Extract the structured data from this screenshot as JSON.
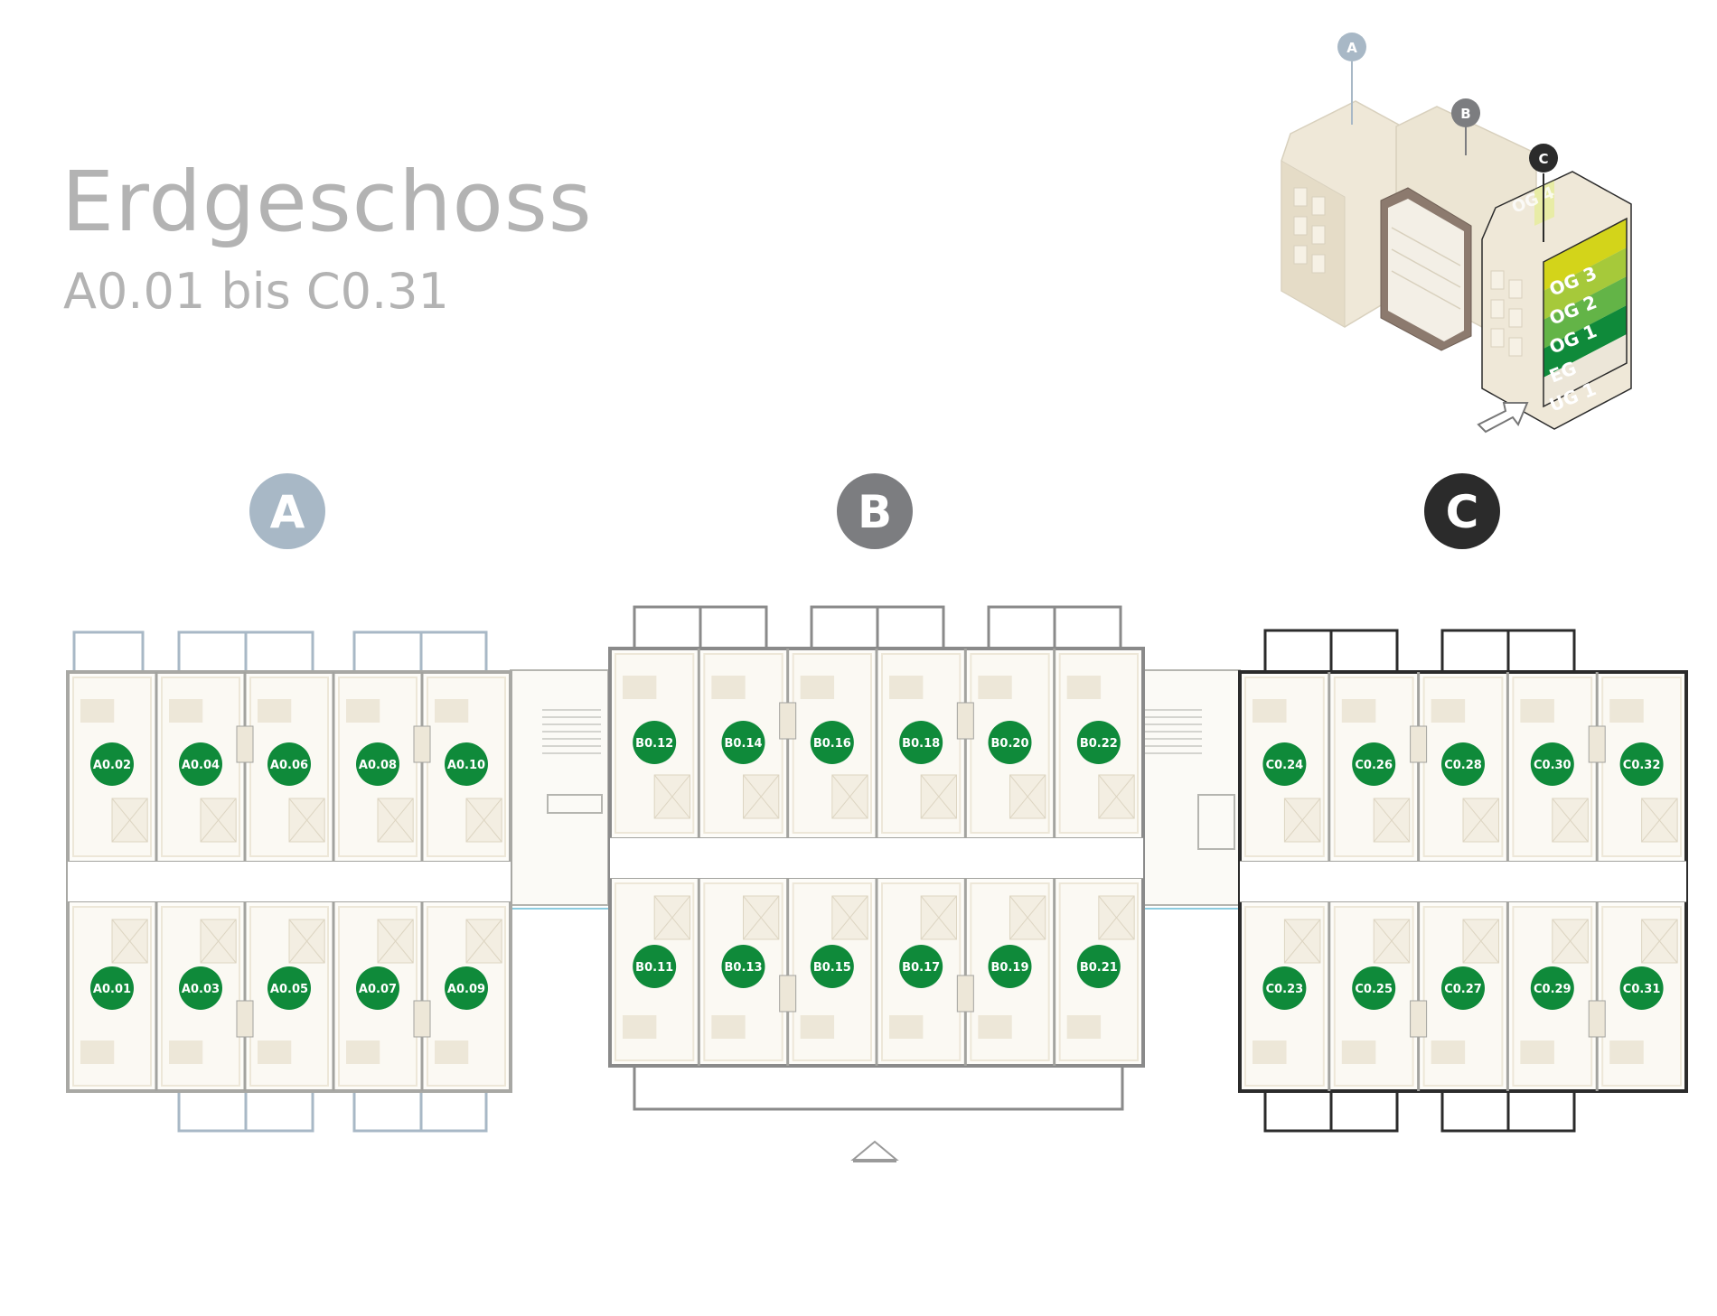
{
  "header": {
    "title": "Erdgeschoss",
    "subtitle": "A0.01 bis C0.31"
  },
  "colors": {
    "badge_a": "#a8b8c6",
    "badge_b": "#7c7d80",
    "badge_c": "#2b2b2b",
    "unit_green": "#0f8a3a",
    "wall": "#a3a39f",
    "room_fill": "#ede7d8",
    "window_blue": "#8ccce0"
  },
  "minimap": {
    "pins": [
      {
        "id": "a",
        "label": "A"
      },
      {
        "id": "b",
        "label": "B"
      },
      {
        "id": "c",
        "label": "C"
      }
    ],
    "floors": [
      {
        "label": "OG 3",
        "color": "#d3d41a"
      },
      {
        "label": "OG 2",
        "color": "#a6c93a"
      },
      {
        "label": "OG 1",
        "color": "#63b447"
      },
      {
        "label": "EG",
        "color": "#0f8a3a"
      },
      {
        "label": "UG 1",
        "color": "#ece6d8"
      }
    ],
    "ghost_label": "OG 4"
  },
  "buildings": [
    {
      "id": "a",
      "label": "A",
      "units_top": [
        "A0.02",
        "A0.04",
        "A0.06",
        "A0.08",
        "A0.10"
      ],
      "units_bottom": [
        "A0.01",
        "A0.03",
        "A0.05",
        "A0.07",
        "A0.09"
      ]
    },
    {
      "id": "b",
      "label": "B",
      "units_top": [
        "B0.12",
        "B0.14",
        "B0.16",
        "B0.18",
        "B0.20",
        "B0.22"
      ],
      "units_bottom": [
        "B0.11",
        "B0.13",
        "B0.15",
        "B0.17",
        "B0.19",
        "B0.21"
      ]
    },
    {
      "id": "c",
      "label": "C",
      "units_top": [
        "C0.24",
        "C0.26",
        "C0.28",
        "C0.30",
        "C0.32"
      ],
      "units_bottom": [
        "C0.23",
        "C0.25",
        "C0.27",
        "C0.29",
        "C0.31"
      ]
    }
  ]
}
